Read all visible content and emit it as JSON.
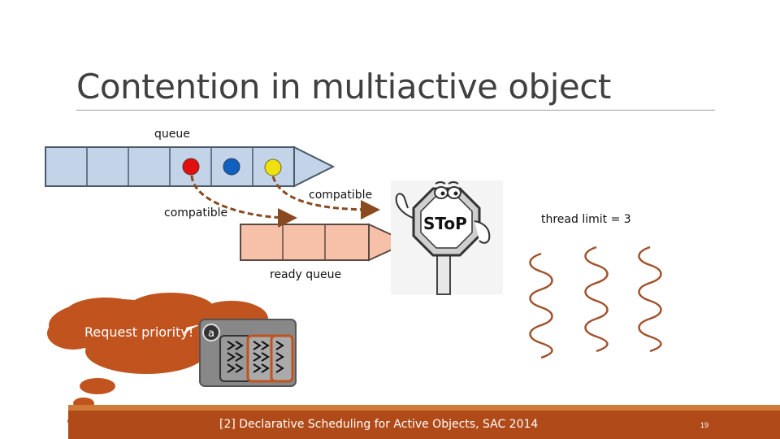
{
  "slide": {
    "title": "Contention in multiactive object",
    "page_number": "19"
  },
  "diagram": {
    "queue_label": "queue",
    "compatible_left": "compatible",
    "compatible_right": "compatible",
    "ready_queue_label": "ready queue",
    "thread_limit": "thread limit = 3",
    "stop_sign_text": "SToP",
    "thought_bubble": "Request priority!",
    "activity_badge": "a",
    "queue_colors": [
      "#e01010",
      "#1060c0",
      "#f0e010"
    ],
    "accent_color": "#b04a18"
  },
  "footer": {
    "citation": "[2] Declarative Scheduling for Active Objects, SAC 2014"
  }
}
